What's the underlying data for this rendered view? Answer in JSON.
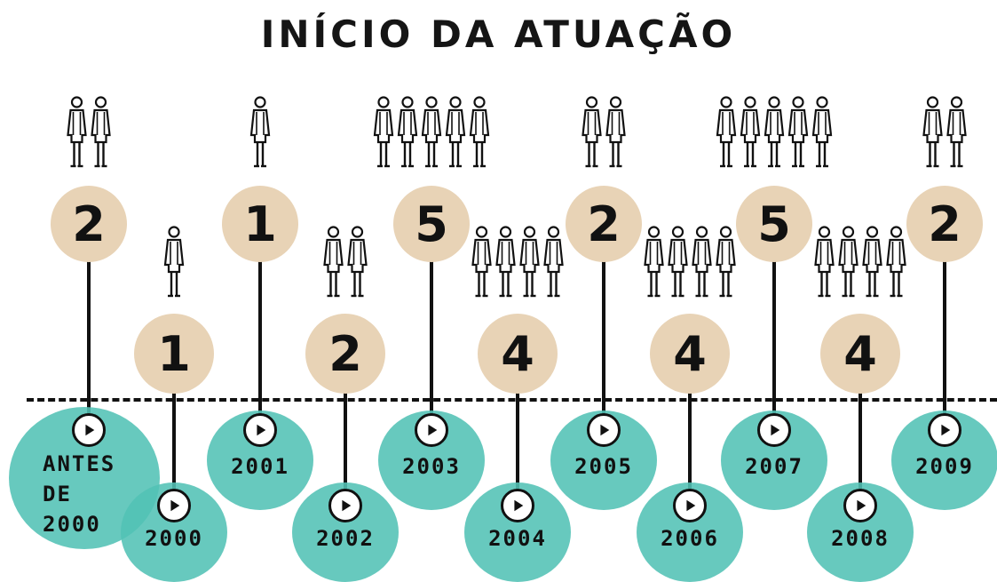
{
  "title": "INÍCIO DA ATUAÇÃO",
  "colors": {
    "count_circle": "#e8d3b6",
    "year_circle": "#52c2b5",
    "ink": "#111111"
  },
  "icons": {
    "person": "person-icon",
    "play": "play-icon"
  },
  "periods": [
    {
      "year_label": "ANTES DE 2000",
      "year_lines": [
        "ANTES",
        "DE",
        "2000"
      ],
      "count": 2
    },
    {
      "year_label": "2000",
      "count": 1
    },
    {
      "year_label": "2001",
      "count": 1
    },
    {
      "year_label": "2002",
      "count": 2
    },
    {
      "year_label": "2003",
      "count": 5
    },
    {
      "year_label": "2004",
      "count": 4
    },
    {
      "year_label": "2005",
      "count": 2
    },
    {
      "year_label": "2006",
      "count": 4
    },
    {
      "year_label": "2007",
      "count": 5
    },
    {
      "year_label": "2008",
      "count": 4
    },
    {
      "year_label": "2009",
      "count": 2
    }
  ]
}
